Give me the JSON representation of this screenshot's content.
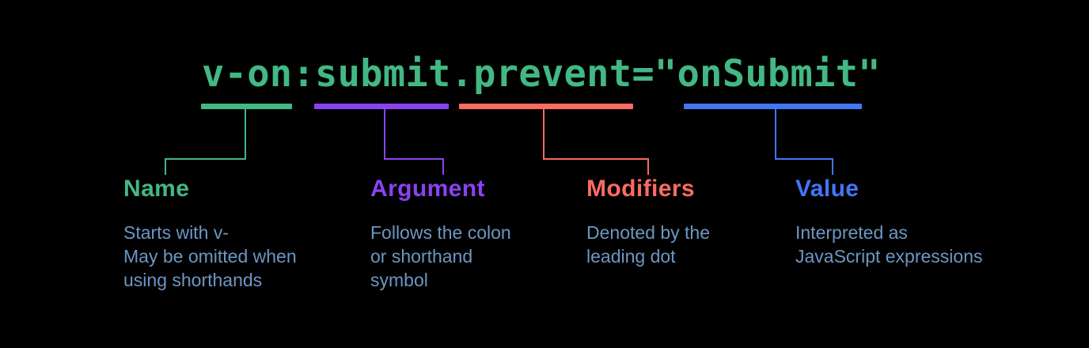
{
  "background": "#000000",
  "code": {
    "text": "v-on:submit.prevent=\"onSubmit\"",
    "color": "#42b883"
  },
  "description_text_color": "#6d96c2",
  "parts": [
    {
      "label": "Name",
      "color": "#42b883",
      "description": "Starts with v-\nMay be omitted when\nusing shorthands"
    },
    {
      "label": "Argument",
      "color": "#8a42f0",
      "description": "Follows the colon\nor shorthand\nsymbol"
    },
    {
      "label": "Modifiers",
      "color": "#fb6b61",
      "description": "Denoted by the\nleading dot"
    },
    {
      "label": "Value",
      "color": "#4276f5",
      "description": "Interpreted as\nJavaScript expressions"
    }
  ]
}
